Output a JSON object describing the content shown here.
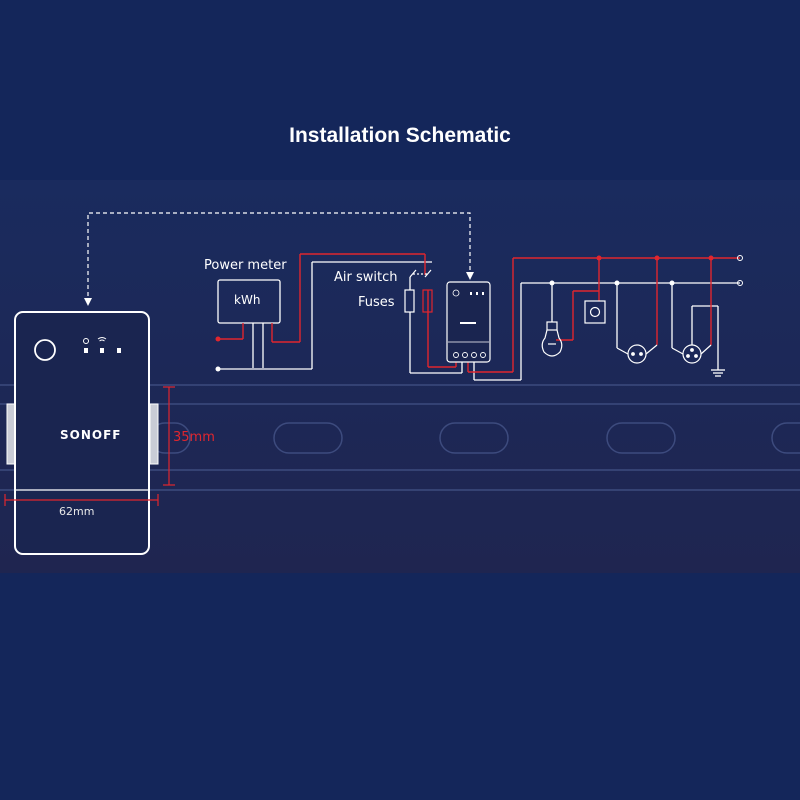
{
  "title": "Installation Schematic",
  "labels": {
    "power_meter": "Power meter",
    "kwh": "kWh",
    "air_switch": "Air switch",
    "fuses": "Fuses",
    "brand": "SONOFF"
  },
  "dimensions": {
    "height": "35mm",
    "width": "62mm"
  },
  "colors": {
    "background": "#14265a",
    "live_wire": "#e0262e",
    "neutral_wire": "#ffffff",
    "dimension_accent": "#e0262e"
  }
}
